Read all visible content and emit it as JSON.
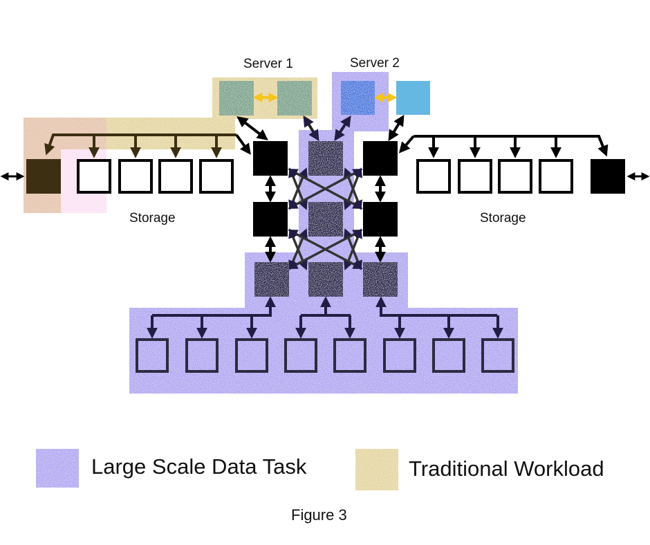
{
  "figure": {
    "caption": "Figure 3",
    "servers": [
      {
        "label": "Server 1",
        "workload": "traditional"
      },
      {
        "label": "Server 2",
        "workload": "large-scale"
      }
    ],
    "storage_groups": [
      {
        "label": "Storage",
        "side": "left",
        "nodes": 5
      },
      {
        "label": "Storage",
        "side": "right",
        "nodes": 5
      }
    ],
    "switch_fabric": {
      "rows": 3,
      "columns": 3
    },
    "bottom_nodes": 8
  },
  "legend": [
    {
      "label": "Large Scale Data Task",
      "color": "#b3aaf2"
    },
    {
      "label": "Traditional Workload",
      "color": "#e5d7a3"
    }
  ],
  "colors": {
    "large_scale": "#b3aaf2",
    "traditional": "#e5d7a3",
    "traditional_speckle": "#f0a0d8",
    "server1_node": "#7fa58e",
    "server2_node_a": "#4d7be0",
    "server2_node_b": "#64b8e2",
    "link_arrow": "#f5c518",
    "switch": "#000000",
    "switch_tinted": "#2a2550"
  }
}
